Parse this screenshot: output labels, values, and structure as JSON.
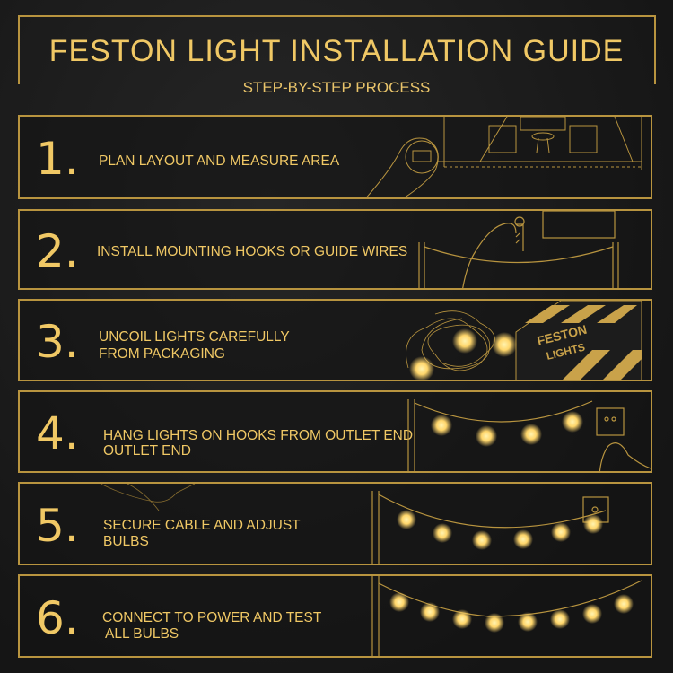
{
  "header": {
    "title": "FESTON LIGHT INSTALLATION GUIDE",
    "subtitle": "STEP-BY-STEP PROCESS"
  },
  "steps": [
    {
      "number": "1.",
      "lines": [
        "PLAN LAYOUT AND MEASURE AREA"
      ]
    },
    {
      "number": "2.",
      "lines": [
        "INSTALL MOUNTING HOOKS OR GUIDE WIRES"
      ]
    },
    {
      "number": "3.",
      "lines": [
        "UNCOIL LIGHTS CAREFULLY",
        "FROM PACKAGING"
      ],
      "box_label": [
        "FESTON",
        "LIGHTS"
      ]
    },
    {
      "number": "4.",
      "lines": [
        "HANG LIGHTS ON HOOKS FROM OUTLET END",
        "OUTLET END"
      ]
    },
    {
      "number": "5.",
      "lines": [
        "SECURE CABLE AND ADJUST",
        "BULBS"
      ]
    },
    {
      "number": "6.",
      "lines": [
        "CONNECT TO POWER AND TEST",
        "ALL BULBS"
      ]
    }
  ],
  "colors": {
    "gold": "#e9c46a",
    "border": "#b8943f",
    "background": "#1b1b1b",
    "bulb": "#ffe08a"
  }
}
